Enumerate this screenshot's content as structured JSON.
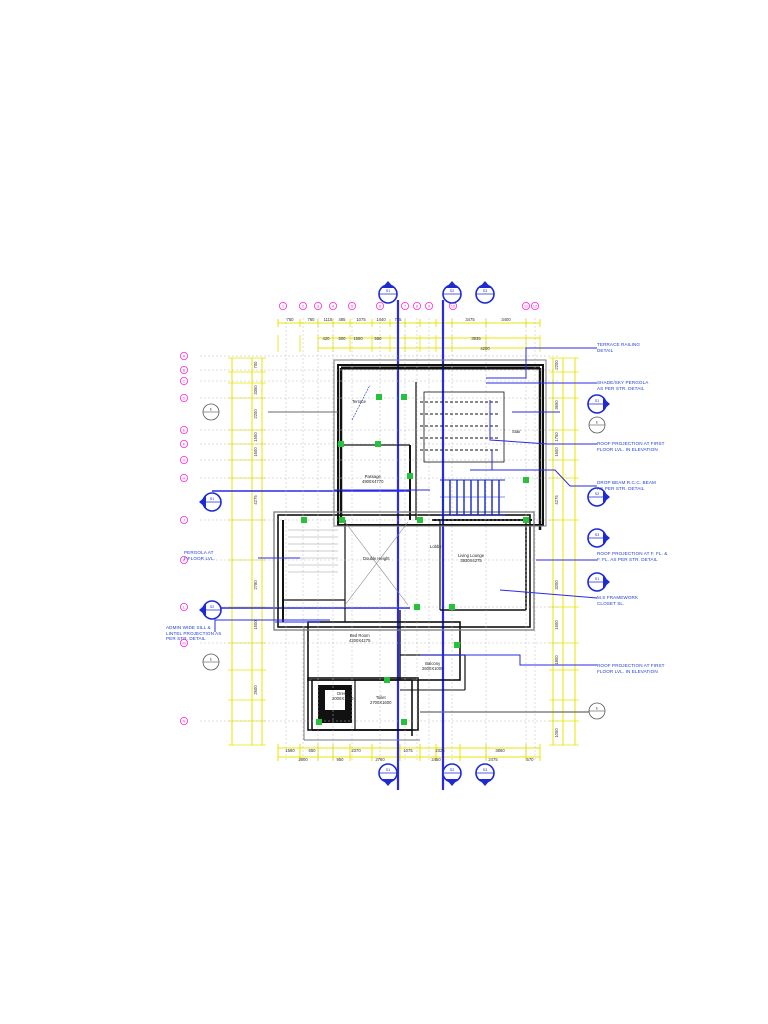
{
  "sheet": {
    "colors": {
      "grid_line": "#2a2ae6",
      "dimension": "#e8e400",
      "wall": "#111111",
      "annotation_text": "#1f3fd6",
      "grid_bubble": "#ff2bd6",
      "column": "#26c23a",
      "section_marker": "#1d2bd0"
    }
  },
  "annotations": {
    "terrace_railing": [
      "TERRACE RAILING",
      "DETAIL"
    ],
    "shade_pergola": [
      "SHADE/SKY PERGOLA",
      "AS PER STR. DETAIL"
    ],
    "roof_projection_first_1": [
      "ROOF PROJECTION AT FIRST",
      "FLOOR LVL. IN ELEVATION"
    ],
    "drop_beam": [
      "DROP BEAM R.C.C. BEAM",
      "AS PER STR. DETAIL"
    ],
    "pergola_ff": [
      "PERGOLA AT",
      "F.FLOOR LVL."
    ],
    "roof_projection_ffl": [
      "ROOF PROJECTION AT F. FL. &",
      "F. FL. AS PER STR. DETAIL"
    ],
    "ms_frame": [
      "M.S FRAMEWORK",
      "CLOSET SL."
    ],
    "window_sill": [
      "ADMIN WIDE SILL &",
      "LINTEL PROJECTION AS",
      "PER STR. DETAIL"
    ],
    "roof_projection_first_2": [
      "ROOF PROJECTION AT FIRST",
      "FLOOR LVL. IN ELEVATION"
    ]
  },
  "rooms": {
    "terrace": [
      "Terrace"
    ],
    "passage": [
      "Passage",
      "4900X4770"
    ],
    "lobby": [
      "Lobby"
    ],
    "stair": [
      "Stair"
    ],
    "living": [
      "Living Lounge",
      "3930X4275"
    ],
    "double_height": [
      "Double Height"
    ],
    "bedroom": [
      "Bed Room",
      "4200X4275"
    ],
    "dress": [
      "Dress",
      "2000X1800"
    ],
    "toilet": [
      "Toilet",
      "2700X1600"
    ],
    "balcony": [
      "Balcony",
      "2600X1000"
    ]
  },
  "grid": {
    "top_markers": [
      "1",
      "2",
      "3",
      "4",
      "5",
      "6",
      "7",
      "8",
      "9",
      "10",
      "11",
      "12"
    ],
    "left_markers": [
      "A",
      "B",
      "C",
      "D",
      "E",
      "F",
      "G",
      "H",
      "J",
      "K",
      "L",
      "M",
      "N"
    ],
    "top_dims": [
      "750",
      "760",
      "1115",
      "485",
      "1075",
      "1440",
      "715",
      "3475",
      "3400"
    ],
    "top_dims_2": [
      "420",
      "500",
      "1550",
      "550",
      "3935",
      "4200"
    ],
    "bottom_dims": [
      "1580",
      "650",
      "2370",
      "1075",
      "2325",
      "3860"
    ],
    "bottom_dims_2": [
      "2600",
      "950",
      "2760",
      "2450",
      "2475",
      "570"
    ],
    "left_dims": [
      "700",
      "3350",
      "2200",
      "1550",
      "1600",
      "4275",
      "2780",
      "1500",
      "2600"
    ],
    "right_dims": [
      "2200",
      "3650",
      "1750",
      "1600",
      "4275",
      "3200",
      "1500",
      "1800",
      "1050"
    ]
  },
  "markers": {
    "section": [
      "S1",
      "S2",
      "S3"
    ],
    "elevation": [
      "E"
    ]
  }
}
